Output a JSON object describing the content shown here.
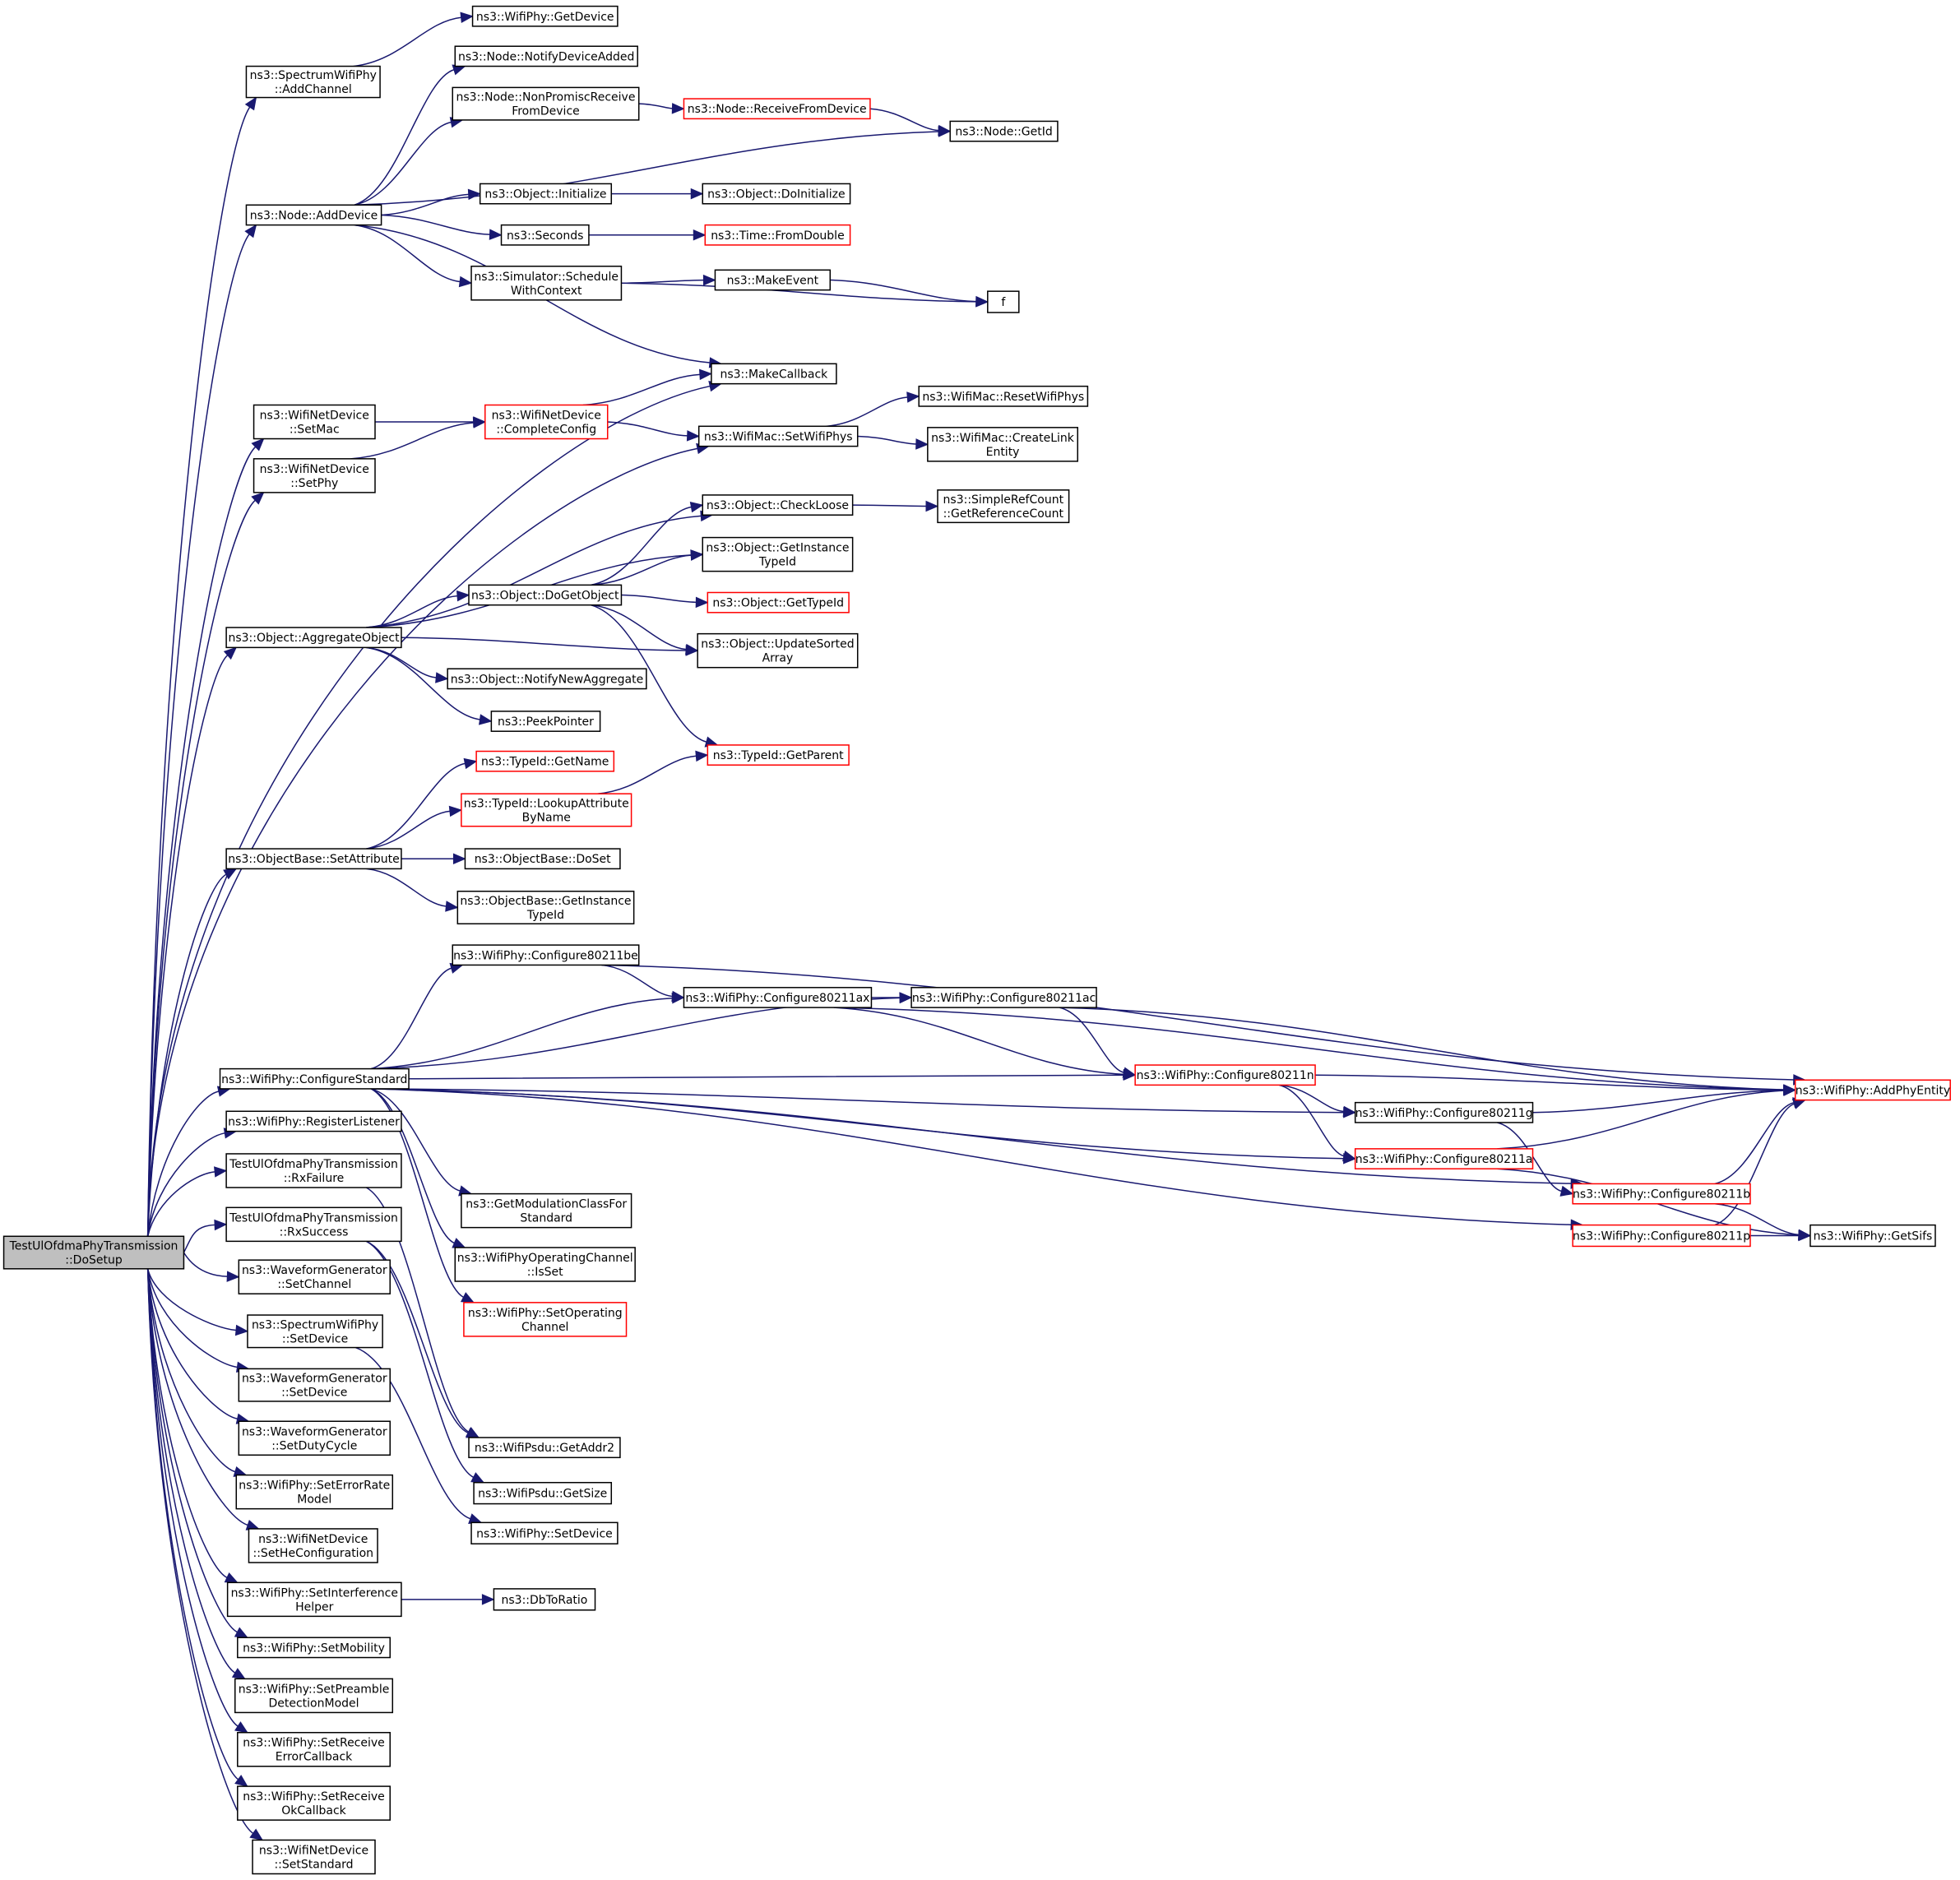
{
  "diagram": {
    "type": "call-graph",
    "root": "doSetup",
    "colors": {
      "edge": "#191970",
      "node_border": "#000000",
      "missing_node_border": "#ff0000",
      "root_fill": "#bfbfbf",
      "node_fill": "#ffffff"
    },
    "nodes": {
      "doSetup": {
        "lines": [
          "TestUlOfdmaPhyTransmission",
          "::DoSetup"
        ],
        "root": true
      },
      "addChannel": {
        "lines": [
          "ns3::SpectrumWifiPhy",
          "::AddChannel"
        ]
      },
      "getDevice": {
        "lines": [
          "ns3::WifiPhy::GetDevice"
        ]
      },
      "notifyDeviceAdded": {
        "lines": [
          "ns3::Node::NotifyDeviceAdded"
        ]
      },
      "nonPromisc": {
        "lines": [
          "ns3::Node::NonPromiscReceive",
          "FromDevice"
        ]
      },
      "receiveFromDevice": {
        "lines": [
          "ns3::Node::ReceiveFromDevice"
        ],
        "missing": true
      },
      "getId": {
        "lines": [
          "ns3::Node::GetId"
        ]
      },
      "addDevice": {
        "lines": [
          "ns3::Node::AddDevice"
        ]
      },
      "initialize": {
        "lines": [
          "ns3::Object::Initialize"
        ]
      },
      "doInitialize": {
        "lines": [
          "ns3::Object::DoInitialize"
        ]
      },
      "seconds": {
        "lines": [
          "ns3::Seconds"
        ]
      },
      "fromDouble": {
        "lines": [
          "ns3::Time::FromDouble"
        ],
        "missing": true
      },
      "scheduleWithContext": {
        "lines": [
          "ns3::Simulator::Schedule",
          "WithContext"
        ]
      },
      "makeEvent": {
        "lines": [
          "ns3::MakeEvent"
        ]
      },
      "f": {
        "lines": [
          "f"
        ]
      },
      "makeCallback": {
        "lines": [
          "ns3::MakeCallback"
        ]
      },
      "setMac": {
        "lines": [
          "ns3::WifiNetDevice",
          "::SetMac"
        ]
      },
      "completeConfig": {
        "lines": [
          "ns3::WifiNetDevice",
          "::CompleteConfig"
        ],
        "missing": true
      },
      "setWifiPhys": {
        "lines": [
          "ns3::WifiMac::SetWifiPhys"
        ]
      },
      "resetWifiPhys": {
        "lines": [
          "ns3::WifiMac::ResetWifiPhys"
        ]
      },
      "createLinkEntity": {
        "lines": [
          "ns3::WifiMac::CreateLink",
          "Entity"
        ]
      },
      "setPhy": {
        "lines": [
          "ns3::WifiNetDevice",
          "::SetPhy"
        ]
      },
      "checkLoose": {
        "lines": [
          "ns3::Object::CheckLoose"
        ]
      },
      "getReferenceCount": {
        "lines": [
          "ns3::SimpleRefCount",
          "::GetReferenceCount"
        ]
      },
      "objGetInstanceTypeId": {
        "lines": [
          "ns3::Object::GetInstance",
          "TypeId"
        ]
      },
      "doGetObject": {
        "lines": [
          "ns3::Object::DoGetObject"
        ]
      },
      "objGetTypeId": {
        "lines": [
          "ns3::Object::GetTypeId"
        ],
        "missing": true
      },
      "aggregateObject": {
        "lines": [
          "ns3::Object::AggregateObject"
        ]
      },
      "updateSortedArray": {
        "lines": [
          "ns3::Object::UpdateSorted",
          "Array"
        ]
      },
      "notifyNewAggregate": {
        "lines": [
          "ns3::Object::NotifyNewAggregate"
        ]
      },
      "peekPointer": {
        "lines": [
          "ns3::PeekPointer"
        ]
      },
      "typeIdGetName": {
        "lines": [
          "ns3::TypeId::GetName"
        ],
        "missing": true
      },
      "typeIdGetParent": {
        "lines": [
          "ns3::TypeId::GetParent"
        ],
        "missing": true
      },
      "lookupAttributeByName": {
        "lines": [
          "ns3::TypeId::LookupAttribute",
          "ByName"
        ],
        "missing": true
      },
      "setAttribute": {
        "lines": [
          "ns3::ObjectBase::SetAttribute"
        ]
      },
      "doSet": {
        "lines": [
          "ns3::ObjectBase::DoSet"
        ]
      },
      "obGetInstanceTypeId": {
        "lines": [
          "ns3::ObjectBase::GetInstance",
          "TypeId"
        ]
      },
      "cfgBe": {
        "lines": [
          "ns3::WifiPhy::Configure80211be"
        ]
      },
      "cfgAx": {
        "lines": [
          "ns3::WifiPhy::Configure80211ax"
        ]
      },
      "cfgAc": {
        "lines": [
          "ns3::WifiPhy::Configure80211ac"
        ]
      },
      "configureStandard": {
        "lines": [
          "ns3::WifiPhy::ConfigureStandard"
        ]
      },
      "cfgN": {
        "lines": [
          "ns3::WifiPhy::Configure80211n"
        ],
        "missing": true
      },
      "addPhyEntity": {
        "lines": [
          "ns3::WifiPhy::AddPhyEntity"
        ],
        "missing": true
      },
      "cfgG": {
        "lines": [
          "ns3::WifiPhy::Configure80211g"
        ]
      },
      "registerListener": {
        "lines": [
          "ns3::WifiPhy::RegisterListener"
        ]
      },
      "rxFailure": {
        "lines": [
          "TestUlOfdmaPhyTransmission",
          "::RxFailure"
        ]
      },
      "cfgA": {
        "lines": [
          "ns3::WifiPhy::Configure80211a"
        ],
        "missing": true
      },
      "rxSuccess": {
        "lines": [
          "TestUlOfdmaPhyTransmission",
          "::RxSuccess"
        ]
      },
      "cfgB": {
        "lines": [
          "ns3::WifiPhy::Configure80211b"
        ],
        "missing": true
      },
      "getModulationClass": {
        "lines": [
          "ns3::GetModulationClassFor",
          "Standard"
        ]
      },
      "cfgP": {
        "lines": [
          "ns3::WifiPhy::Configure80211p"
        ],
        "missing": true
      },
      "getSifs": {
        "lines": [
          "ns3::WifiPhy::GetSifs"
        ]
      },
      "opChannelIsSet": {
        "lines": [
          "ns3::WifiPhyOperatingChannel",
          "::IsSet"
        ]
      },
      "wgSetChannel": {
        "lines": [
          "ns3::WaveformGenerator",
          "::SetChannel"
        ]
      },
      "setOperatingChannel": {
        "lines": [
          "ns3::WifiPhy::SetOperating",
          "Channel"
        ],
        "missing": true
      },
      "swpSetDevice": {
        "lines": [
          "ns3::SpectrumWifiPhy",
          "::SetDevice"
        ]
      },
      "wgSetDevice": {
        "lines": [
          "ns3::WaveformGenerator",
          "::SetDevice"
        ]
      },
      "wgSetDutyCycle": {
        "lines": [
          "ns3::WaveformGenerator",
          "::SetDutyCycle"
        ]
      },
      "getAddr2": {
        "lines": [
          "ns3::WifiPsdu::GetAddr2"
        ]
      },
      "setErrorRateModel": {
        "lines": [
          "ns3::WifiPhy::SetErrorRate",
          "Model"
        ]
      },
      "getSize": {
        "lines": [
          "ns3::WifiPsdu::GetSize"
        ]
      },
      "setHeConfiguration": {
        "lines": [
          "ns3::WifiNetDevice",
          "::SetHeConfiguration"
        ]
      },
      "wpSetDevice": {
        "lines": [
          "ns3::WifiPhy::SetDevice"
        ]
      },
      "setInterferenceHelper": {
        "lines": [
          "ns3::WifiPhy::SetInterference",
          "Helper"
        ]
      },
      "dbToRatio": {
        "lines": [
          "ns3::DbToRatio"
        ]
      },
      "setMobility": {
        "lines": [
          "ns3::WifiPhy::SetMobility"
        ]
      },
      "setPreamble": {
        "lines": [
          "ns3::WifiPhy::SetPreamble",
          "DetectionModel"
        ]
      },
      "setRxErrorCb": {
        "lines": [
          "ns3::WifiPhy::SetReceive",
          "ErrorCallback"
        ]
      },
      "setRxOkCb": {
        "lines": [
          "ns3::WifiPhy::SetReceive",
          "OkCallback"
        ]
      },
      "setStandard": {
        "lines": [
          "ns3::WifiNetDevice",
          "::SetStandard"
        ]
      }
    },
    "edges": [
      [
        "doSetup",
        "addChannel"
      ],
      [
        "addChannel",
        "getDevice"
      ],
      [
        "doSetup",
        "addDevice"
      ],
      [
        "addDevice",
        "notifyDeviceAdded"
      ],
      [
        "addDevice",
        "nonPromisc"
      ],
      [
        "nonPromisc",
        "receiveFromDevice"
      ],
      [
        "receiveFromDevice",
        "getId"
      ],
      [
        "addDevice",
        "getId"
      ],
      [
        "addDevice",
        "initialize"
      ],
      [
        "initialize",
        "doInitialize"
      ],
      [
        "addDevice",
        "seconds"
      ],
      [
        "seconds",
        "fromDouble"
      ],
      [
        "addDevice",
        "scheduleWithContext"
      ],
      [
        "scheduleWithContext",
        "makeEvent"
      ],
      [
        "scheduleWithContext",
        "f"
      ],
      [
        "makeEvent",
        "f"
      ],
      [
        "addDevice",
        "makeCallback"
      ],
      [
        "doSetup",
        "makeCallback"
      ],
      [
        "doSetup",
        "setMac"
      ],
      [
        "setMac",
        "completeConfig"
      ],
      [
        "doSetup",
        "setPhy"
      ],
      [
        "setPhy",
        "completeConfig"
      ],
      [
        "completeConfig",
        "makeCallback"
      ],
      [
        "completeConfig",
        "setWifiPhys"
      ],
      [
        "doSetup",
        "setWifiPhys"
      ],
      [
        "setWifiPhys",
        "resetWifiPhys"
      ],
      [
        "setWifiPhys",
        "createLinkEntity"
      ],
      [
        "doSetup",
        "aggregateObject"
      ],
      [
        "aggregateObject",
        "checkLoose"
      ],
      [
        "aggregateObject",
        "objGetInstanceTypeId"
      ],
      [
        "aggregateObject",
        "doGetObject"
      ],
      [
        "aggregateObject",
        "updateSortedArray"
      ],
      [
        "aggregateObject",
        "notifyNewAggregate"
      ],
      [
        "aggregateObject",
        "peekPointer"
      ],
      [
        "doGetObject",
        "checkLoose"
      ],
      [
        "doGetObject",
        "objGetInstanceTypeId"
      ],
      [
        "doGetObject",
        "objGetTypeId"
      ],
      [
        "doGetObject",
        "updateSortedArray"
      ],
      [
        "doGetObject",
        "typeIdGetParent"
      ],
      [
        "checkLoose",
        "getReferenceCount"
      ],
      [
        "doSetup",
        "setAttribute"
      ],
      [
        "setAttribute",
        "typeIdGetName"
      ],
      [
        "setAttribute",
        "lookupAttributeByName"
      ],
      [
        "setAttribute",
        "doSet"
      ],
      [
        "setAttribute",
        "obGetInstanceTypeId"
      ],
      [
        "lookupAttributeByName",
        "typeIdGetParent"
      ],
      [
        "doSetup",
        "configureStandard"
      ],
      [
        "configureStandard",
        "cfgBe"
      ],
      [
        "configureStandard",
        "cfgAx"
      ],
      [
        "configureStandard",
        "cfgAc"
      ],
      [
        "configureStandard",
        "cfgN"
      ],
      [
        "configureStandard",
        "cfgG"
      ],
      [
        "configureStandard",
        "cfgA"
      ],
      [
        "configureStandard",
        "cfgB"
      ],
      [
        "configureStandard",
        "cfgP"
      ],
      [
        "configureStandard",
        "getModulationClass"
      ],
      [
        "configureStandard",
        "opChannelIsSet"
      ],
      [
        "configureStandard",
        "setOperatingChannel"
      ],
      [
        "cfgBe",
        "cfgAx"
      ],
      [
        "cfgBe",
        "addPhyEntity"
      ],
      [
        "cfgAx",
        "cfgAc"
      ],
      [
        "cfgAx",
        "cfgN"
      ],
      [
        "cfgAx",
        "addPhyEntity"
      ],
      [
        "cfgAc",
        "cfgN"
      ],
      [
        "cfgAc",
        "addPhyEntity"
      ],
      [
        "cfgN",
        "addPhyEntity"
      ],
      [
        "cfgN",
        "cfgG"
      ],
      [
        "cfgN",
        "cfgA"
      ],
      [
        "cfgG",
        "addPhyEntity"
      ],
      [
        "cfgG",
        "cfgB"
      ],
      [
        "cfgA",
        "addPhyEntity"
      ],
      [
        "cfgA",
        "getSifs"
      ],
      [
        "cfgB",
        "addPhyEntity"
      ],
      [
        "cfgB",
        "getSifs"
      ],
      [
        "cfgP",
        "addPhyEntity"
      ],
      [
        "cfgP",
        "getSifs"
      ],
      [
        "doSetup",
        "registerListener"
      ],
      [
        "doSetup",
        "rxFailure"
      ],
      [
        "doSetup",
        "rxSuccess"
      ],
      [
        "rxFailure",
        "getAddr2"
      ],
      [
        "rxSuccess",
        "getAddr2"
      ],
      [
        "rxSuccess",
        "getSize"
      ],
      [
        "doSetup",
        "wgSetChannel"
      ],
      [
        "doSetup",
        "swpSetDevice"
      ],
      [
        "swpSetDevice",
        "wpSetDevice"
      ],
      [
        "doSetup",
        "wgSetDevice"
      ],
      [
        "doSetup",
        "wgSetDutyCycle"
      ],
      [
        "doSetup",
        "setErrorRateModel"
      ],
      [
        "doSetup",
        "setHeConfiguration"
      ],
      [
        "doSetup",
        "setInterferenceHelper"
      ],
      [
        "setInterferenceHelper",
        "dbToRatio"
      ],
      [
        "doSetup",
        "setMobility"
      ],
      [
        "doSetup",
        "setPreamble"
      ],
      [
        "doSetup",
        "setRxErrorCb"
      ],
      [
        "doSetup",
        "setRxOkCb"
      ],
      [
        "doSetup",
        "setStandard"
      ]
    ]
  }
}
